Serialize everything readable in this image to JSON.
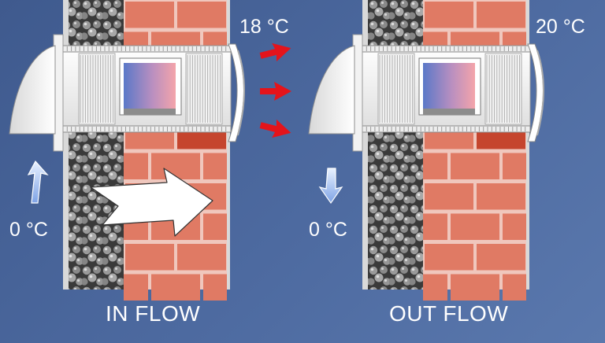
{
  "panels": {
    "left": {
      "caption": "IN FLOW",
      "outside_temp": "0 °C",
      "inside_temp": "18 °C",
      "mode": "supply",
      "indoor_arrow_direction": "outward-into-room",
      "outdoor_arrow_direction": "up-into-unit"
    },
    "right": {
      "caption": "OUT FLOW",
      "outside_temp": "0 °C",
      "inside_temp": "20 °C",
      "mode": "exhaust",
      "indoor_arrow_direction": "into-unit",
      "outdoor_arrow_direction": "down-out-of-unit"
    }
  },
  "colors": {
    "background": "#4d6aa0",
    "brick": "#e07a64",
    "brick_dark": "#c5452e",
    "mortar": "#f0c7bd",
    "airflow_warm": "#e4141b",
    "airflow_cold": "#b8d2f4",
    "heat_core_warm": "#f2a0a8",
    "heat_core_cold": "#5a78c8"
  }
}
